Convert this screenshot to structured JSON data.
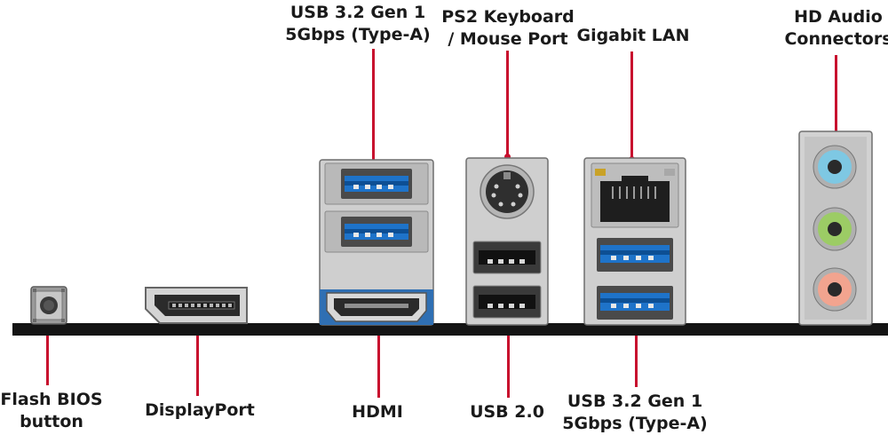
{
  "accent_color": "#c8102e",
  "components": {
    "flash_bios": {
      "name": "Flash BIOS button",
      "lines": [
        "Flash BIOS",
        "button"
      ],
      "icon": "push-button-icon"
    },
    "displayport": {
      "name": "DisplayPort",
      "lines": [
        "DisplayPort"
      ],
      "icon": "displayport-icon"
    },
    "usb32_stack": {
      "name": "USB 3.2 Gen 1 5Gbps (Type-A)",
      "lines": [
        "USB 3.2 Gen 1",
        "5Gbps (Type-A)"
      ],
      "icon": "usb-a-icon"
    },
    "hdmi": {
      "name": "HDMI",
      "lines": [
        "HDMI"
      ],
      "icon": "hdmi-icon"
    },
    "ps2": {
      "name": "PS2 Keyboard / Mouse Port",
      "lines": [
        "PS2 Keyboard",
        "/ Mouse Port"
      ],
      "icon": "ps2-port-icon"
    },
    "usb20": {
      "name": "USB 2.0",
      "lines": [
        "USB 2.0"
      ],
      "icon": "usb-a-icon"
    },
    "lan": {
      "name": "Gigabit LAN",
      "lines": [
        "Gigabit LAN"
      ],
      "icon": "rj45-icon"
    },
    "usb32_lan": {
      "name": "USB 3.2 Gen 1 5Gbps (Type-A)",
      "lines": [
        "USB 3.2 Gen 1",
        "5Gbps (Type-A)"
      ],
      "icon": "usb-a-icon"
    },
    "audio": {
      "name": "HD Audio Connectors",
      "lines": [
        "HD Audio",
        "Connectors"
      ],
      "icon": "audio-jack-icon"
    }
  },
  "audio_jack_colors": [
    "#7ec8e3",
    "#9ccc65",
    "#f2a48f"
  ]
}
